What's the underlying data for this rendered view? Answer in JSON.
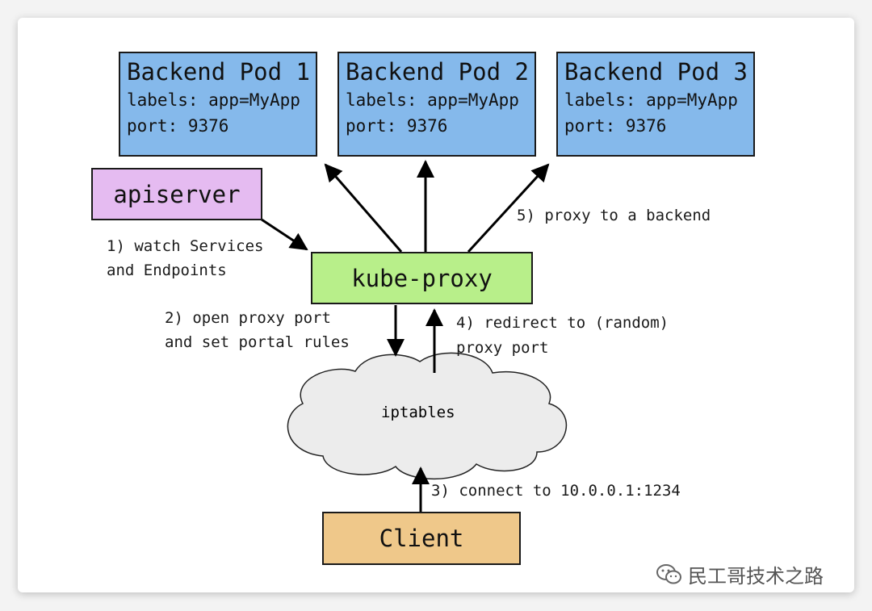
{
  "pods": [
    {
      "title": "Backend Pod 1",
      "labels": "labels: app=MyApp",
      "port": "port: 9376"
    },
    {
      "title": "Backend Pod 2",
      "labels": "labels: app=MyApp",
      "port": "port: 9376"
    },
    {
      "title": "Backend Pod 3",
      "labels": "labels: app=MyApp",
      "port": "port: 9376"
    }
  ],
  "apiserver": "apiserver",
  "kube_proxy": "kube-proxy",
  "iptables": "iptables",
  "client": "Client",
  "steps": {
    "s1_line1": "1) watch Services",
    "s1_line2": "and Endpoints",
    "s2_line1": "2) open proxy port",
    "s2_line2": "and set portal rules",
    "s3": "3) connect to 10.0.0.1:1234",
    "s4_line1": "4) redirect to (random)",
    "s4_line2": "proxy port",
    "s5": "5) proxy to a backend"
  },
  "colors": {
    "pod": "#85b9eb",
    "apiserver": "#e5bbf1",
    "kube_proxy": "#b8ef8a",
    "client": "#efc88a",
    "cloud": "#ececec"
  },
  "watermark": {
    "icon": "wechat-icon",
    "text": "民工哥技术之路"
  }
}
